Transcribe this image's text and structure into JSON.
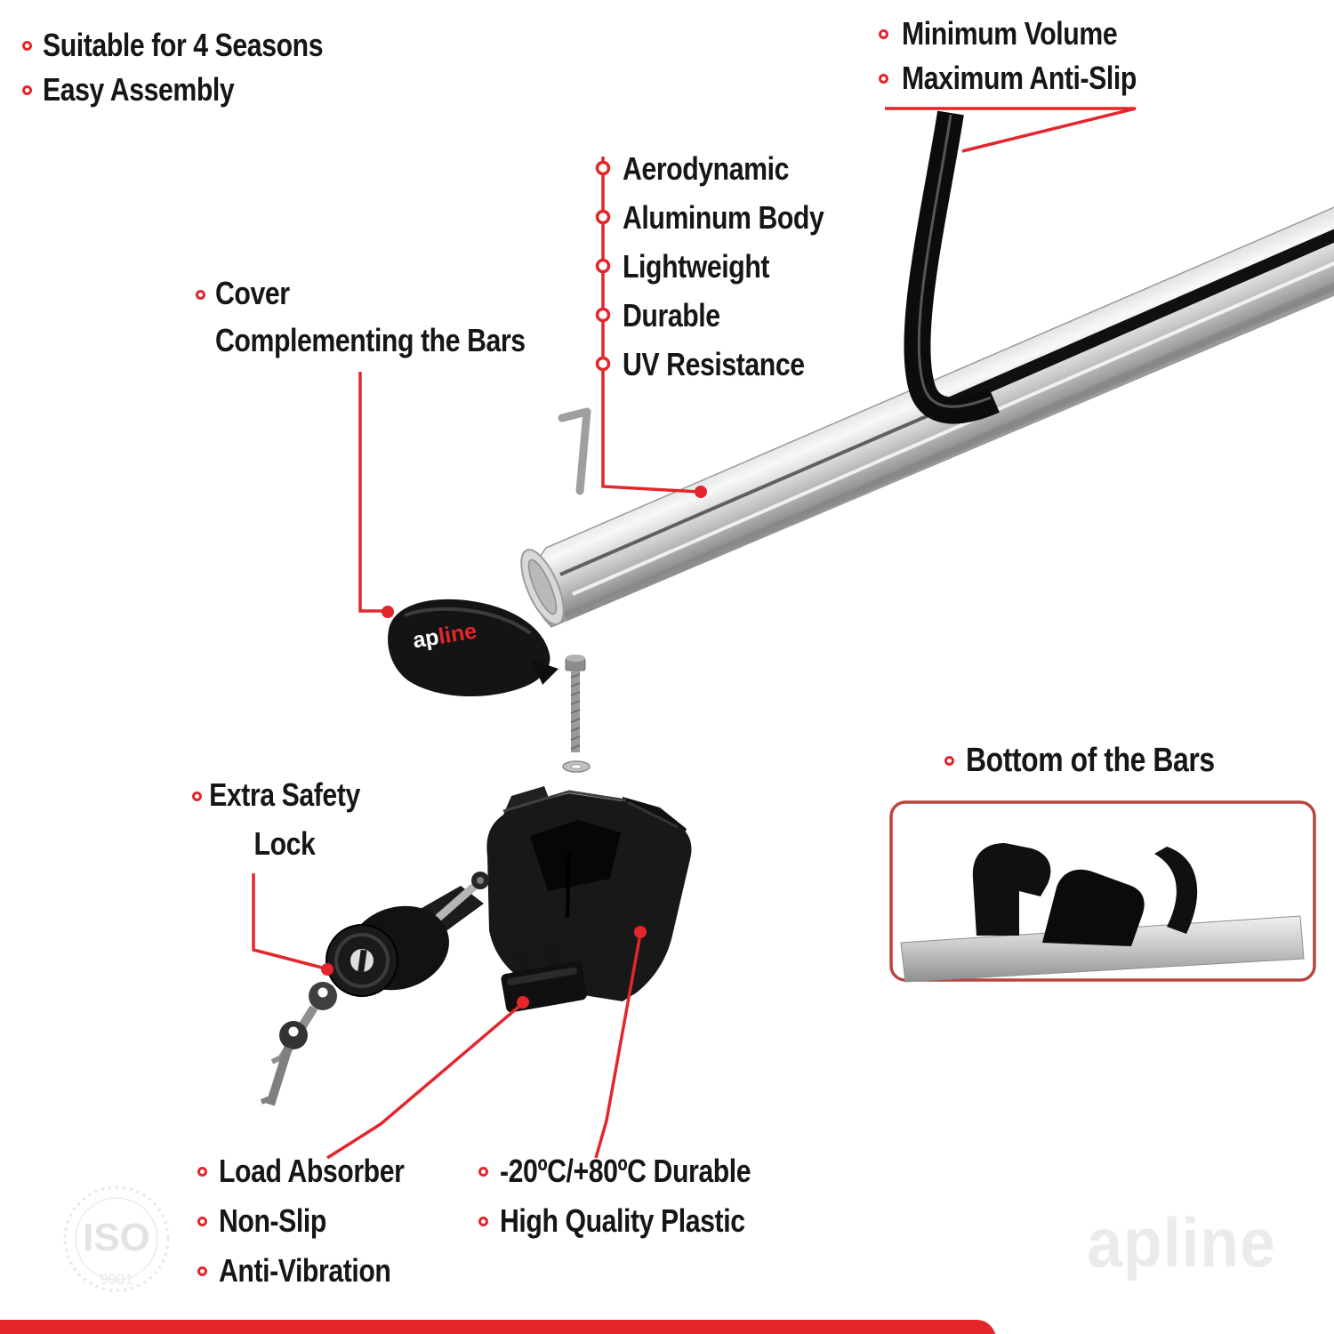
{
  "colors": {
    "accent": "#e2262b",
    "text": "#161616",
    "box_border": "#b8453f",
    "watermark": "#ebebeb"
  },
  "callouts": {
    "top_left": {
      "items": [
        "Suitable for 4 Seasons",
        "Easy Assembly"
      ]
    },
    "top_right": {
      "items": [
        "Minimum Volume",
        "Maximum Anti-Slip"
      ]
    },
    "bar_features": {
      "items": [
        "Aerodynamic",
        "Aluminum Body",
        "Lightweight",
        "Durable",
        "UV Resistance"
      ]
    },
    "cover": {
      "line1": "Cover",
      "line2": "Complementing the Bars"
    },
    "safety_lock": {
      "line1": "Extra Safety",
      "line2": "Lock"
    },
    "bottom_of_bars": {
      "label": "Bottom of the Bars"
    },
    "foot_pad": {
      "items": [
        "Load Absorber",
        "Non-Slip",
        "Anti-Vibration"
      ]
    },
    "plastic": {
      "items": [
        "-20ºC/+80ºC Durable",
        "High Quality Plastic"
      ]
    }
  },
  "brand": {
    "logo_prefix": "ap",
    "logo_suffix": "line"
  },
  "watermarks": {
    "iso": "ISO",
    "iso_number": "9001",
    "brand": "apline"
  }
}
